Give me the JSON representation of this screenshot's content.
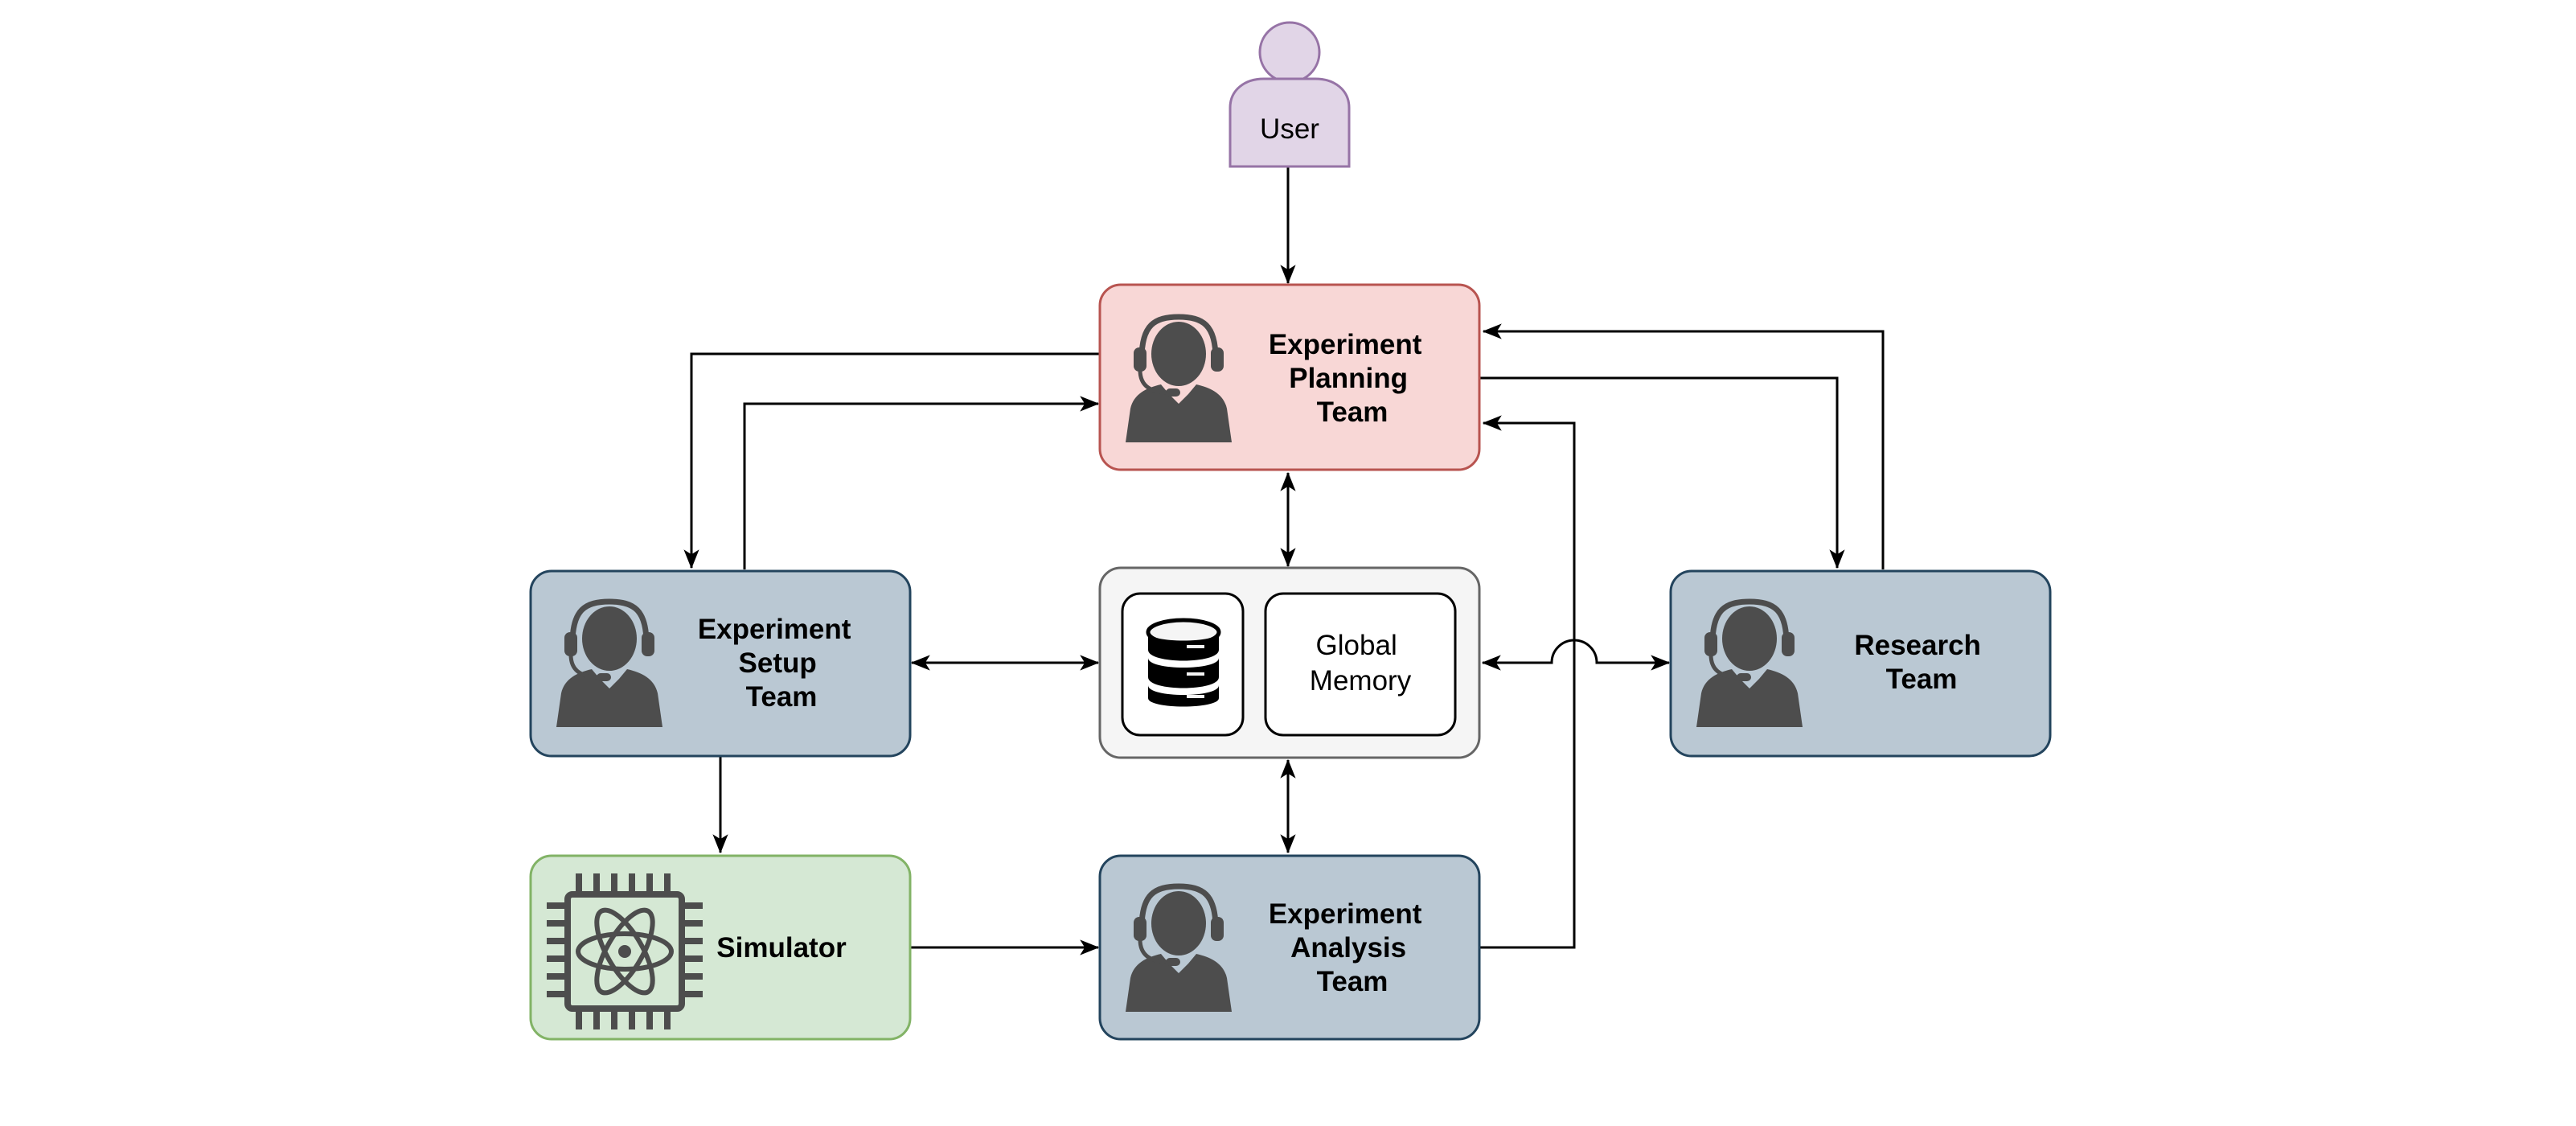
{
  "user": {
    "label": "User"
  },
  "planning": {
    "line1": "Experiment",
    "line2": "Planning",
    "line3": "Team"
  },
  "setup": {
    "line1": "Experiment",
    "line2": "Setup",
    "line3": "Team"
  },
  "memory": {
    "line1": "Global",
    "line2": "Memory"
  },
  "research": {
    "line1": "Research",
    "line2": "Team"
  },
  "simulator": {
    "label": "Simulator"
  },
  "analysis": {
    "line1": "Experiment",
    "line2": "Analysis",
    "line3": "Team"
  },
  "colors": {
    "user_fill": "#e1d5e7",
    "user_stroke": "#9673a6",
    "planning_fill": "#f8d7d6",
    "planning_stroke": "#b85450",
    "team_fill": "#bac8d3",
    "team_stroke": "#23445d",
    "memory_fill": "#f5f5f5",
    "memory_stroke": "#666666",
    "simulator_fill": "#d5e8d4",
    "simulator_stroke": "#82b366",
    "icon": "#4d4d4d"
  },
  "icons": {
    "team": "support-agent-headset-icon",
    "memory": "database-icon",
    "simulator": "atom-chip-icon"
  }
}
